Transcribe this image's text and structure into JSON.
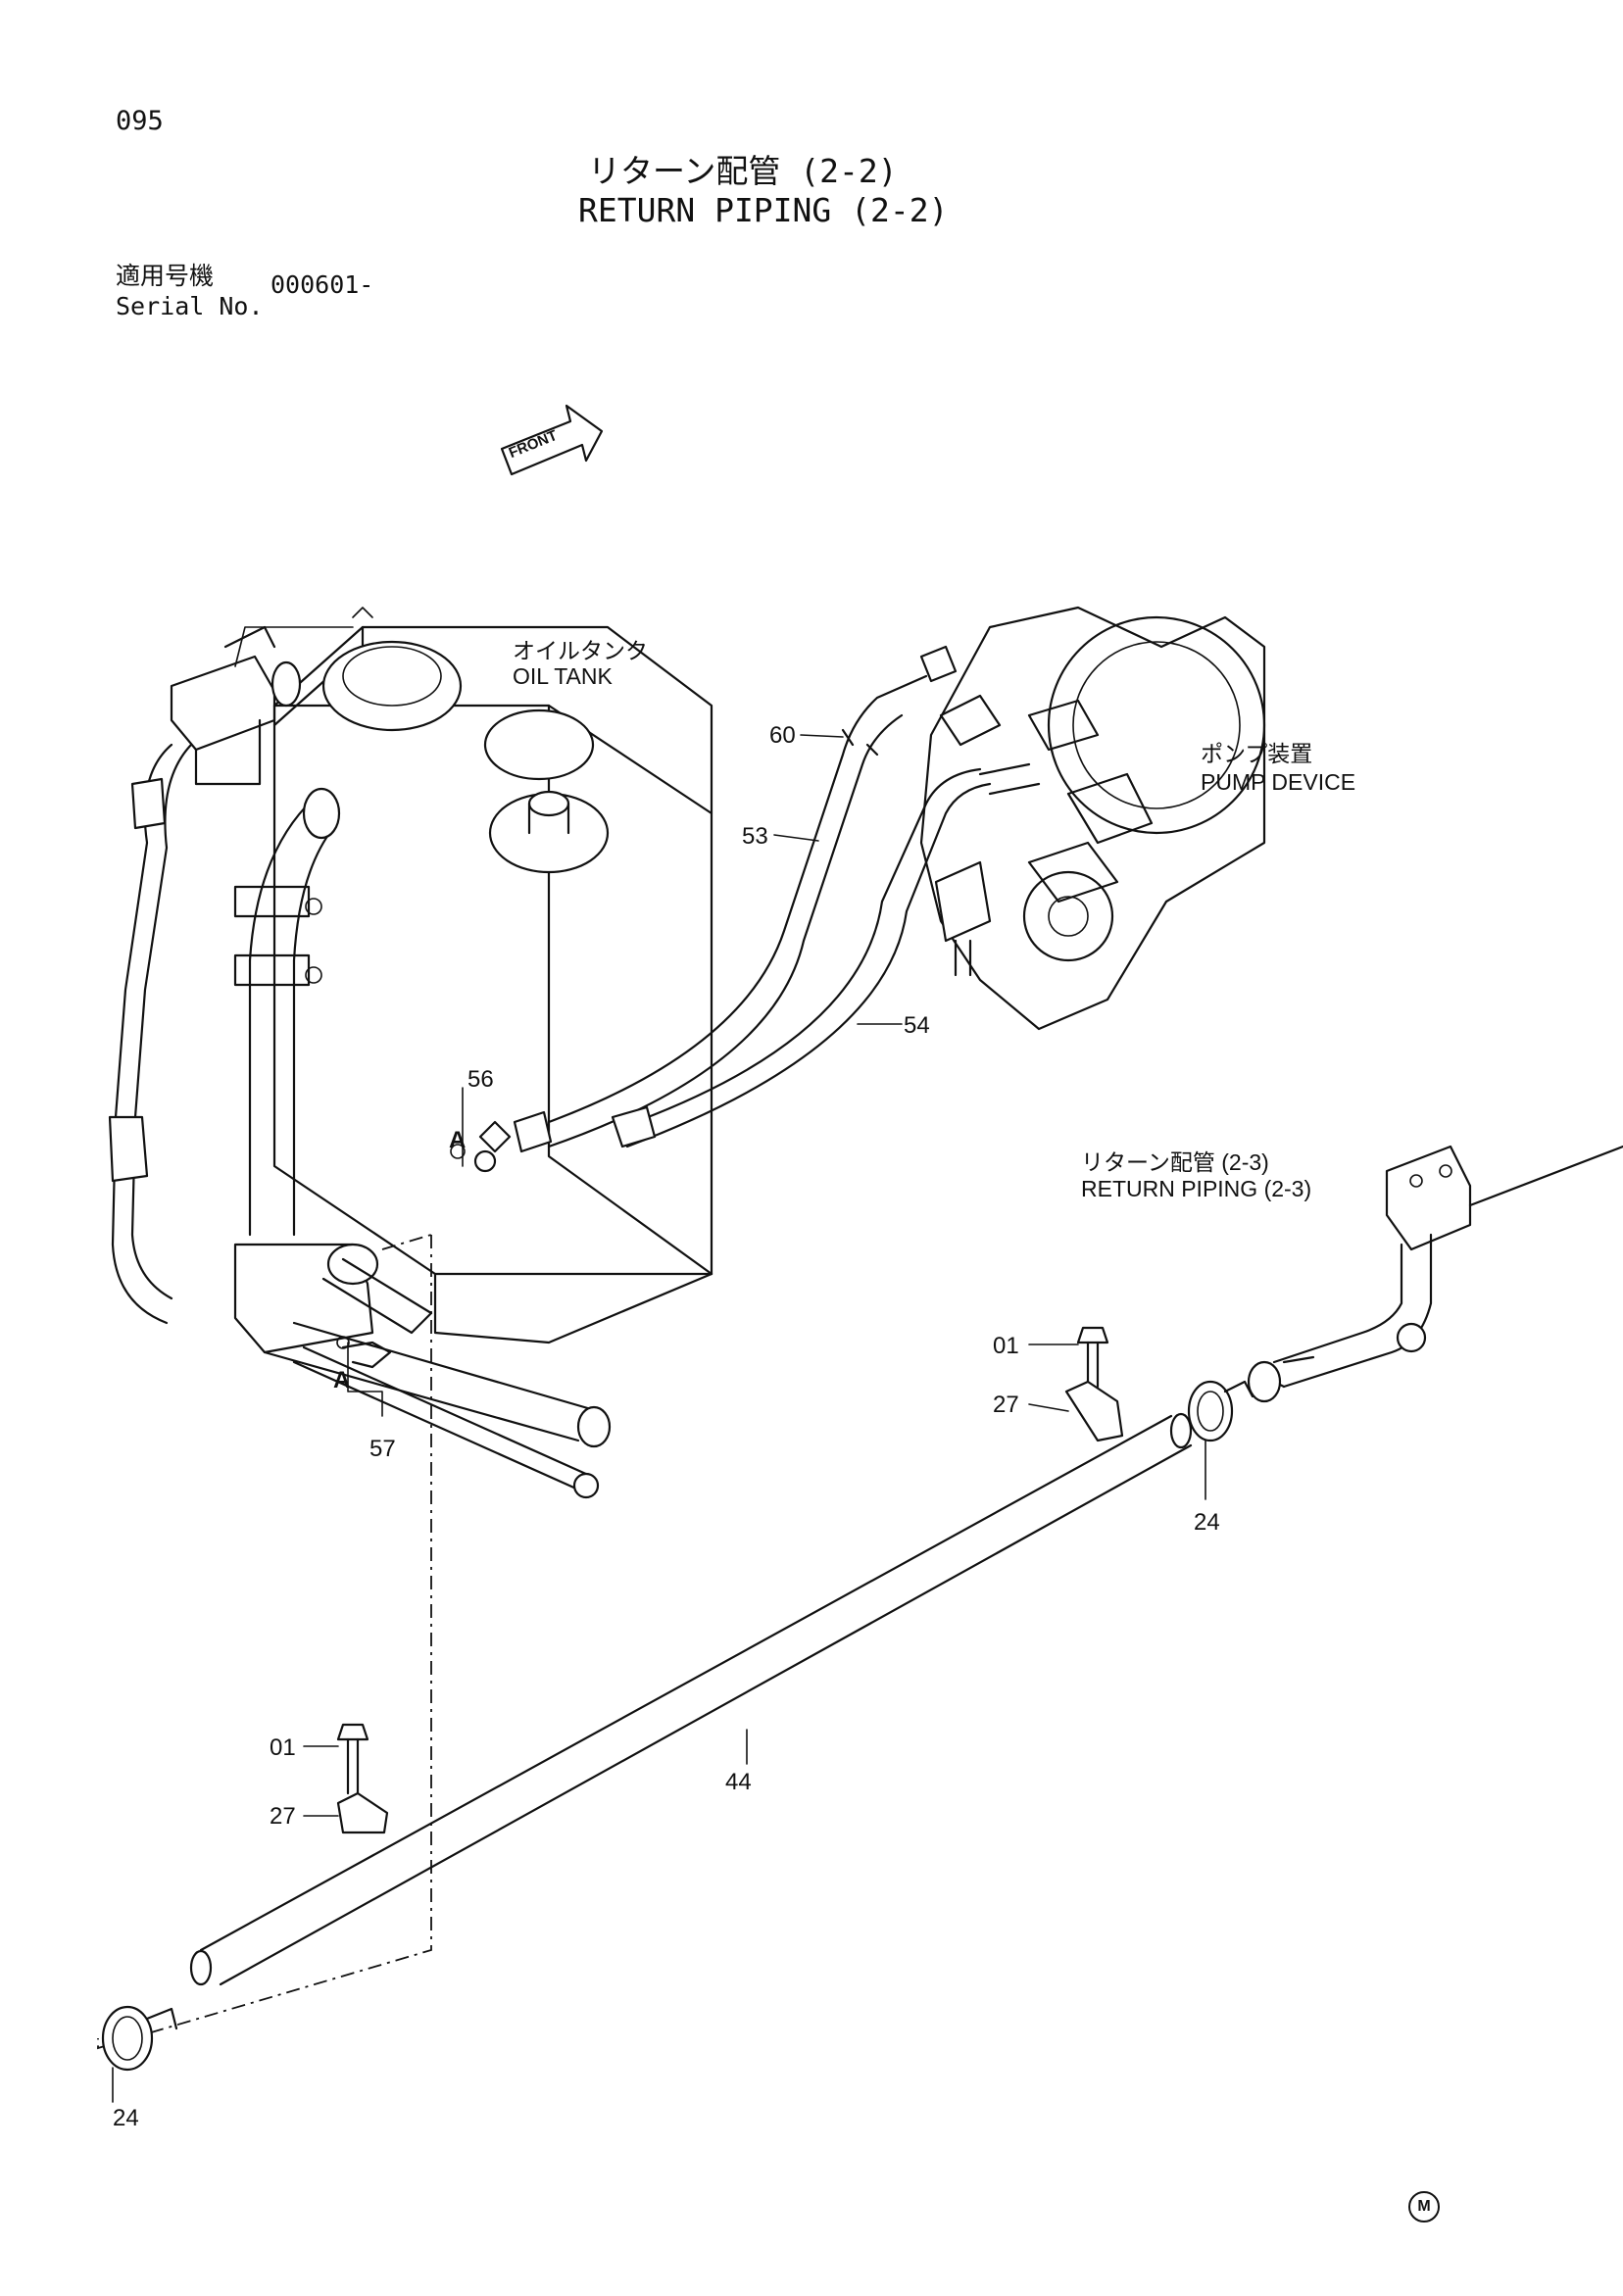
{
  "header": {
    "page_number": "095",
    "title_jp": "リターン配管 (2-2)",
    "title_en": "RETURN PIPING (2-2)",
    "serial_label_jp": "適用号機",
    "serial_label_en": "Serial No.",
    "serial_value": "000601-"
  },
  "badges": {
    "front_arrow": "FRONT",
    "manufacturer_mark": "M"
  },
  "assemblies": {
    "oil_tank_jp": "オイルタンク",
    "oil_tank_en": "OIL TANK",
    "pump_device_jp": "ポンプ装置",
    "pump_device_en": "PUMP DEVICE",
    "return_piping_ref_jp": "リターン配管 (2-3)",
    "return_piping_ref_en": "RETURN PIPING (2-3)"
  },
  "view_marks": [
    "A",
    "A"
  ],
  "callouts": [
    "60",
    "53",
    "54",
    "56",
    "57",
    "01",
    "27",
    "24",
    "44",
    "01",
    "27",
    "24"
  ]
}
